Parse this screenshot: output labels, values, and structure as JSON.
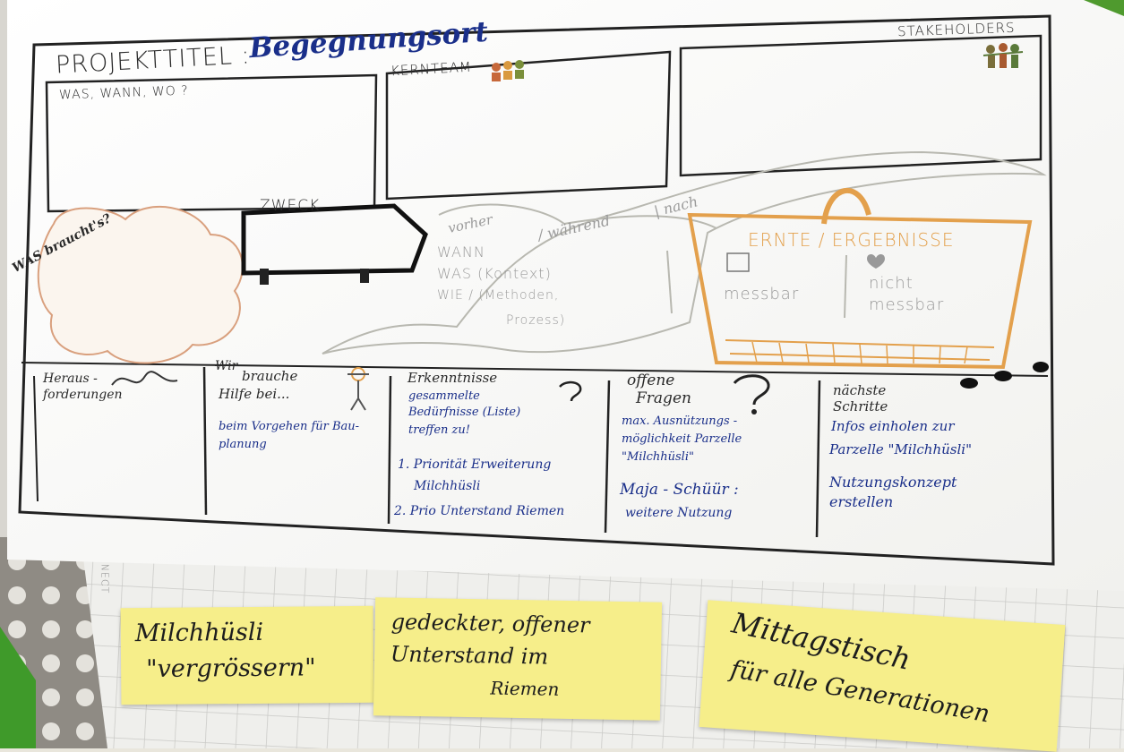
{
  "canvas": {
    "project_title_label": "PROJEKTTITEL :",
    "project_title": "Begegnungsort",
    "was_wann_wo": "WAS, WANN, WO ?",
    "kernteam": "KERNTEAM",
    "stakeholders": "STAKEHOLDERS",
    "was_braucht": "WAS braucht's?",
    "zweck": "ZWECK",
    "process": {
      "vorher": "vorher",
      "waehrend": "/ während",
      "nach": "| nach",
      "wann": "WANN",
      "was_kontext": "WAS (Kontext)",
      "wie_methoden": "WIE / (Methoden,",
      "prozess": "Prozess)"
    },
    "ernte": {
      "title": "ERNTE / ERGEBNISSE",
      "messbar": "messbar",
      "nicht": "nicht",
      "nicht_messbar": "messbar"
    },
    "bottom_sections": {
      "herausforderungen_1": "Heraus -",
      "herausforderungen_2": "forderungen",
      "brauche_1": "brauche",
      "brauche_2": "Hilfe bei...",
      "brauche_struck": "Wir",
      "brauche_note_1": "beim Vorgehen für Bau-",
      "brauche_note_2": "planung",
      "erkenntnisse_title": "Erkenntnisse",
      "erkenntnisse_1": "gesammelte",
      "erkenntnisse_2": "Bedürfnisse (Liste)",
      "erkenntnisse_3": "treffen zu!",
      "erkenntnisse_4": "1. Priorität Erweiterung",
      "erkenntnisse_5": "Milchhüsli",
      "erkenntnisse_6": "2. Prio Unterstand Riemen",
      "offene_1": "offene",
      "offene_2": "Fragen",
      "offene_3": "max. Ausnützungs -",
      "offene_4": "möglichkeit Parzelle",
      "offene_5": "\"Milchhüsli\"",
      "offene_6": "Maja - Schüür :",
      "offene_7": "weitere Nutzung",
      "naechste_1": "nächste",
      "naechste_2": "Schritte",
      "naechste_3": "Infos einholen zur",
      "naechste_4": "Parzelle \"Milchhüsli\"",
      "naechste_5": "Nutzungskonzept",
      "naechste_6": "erstellen"
    }
  },
  "stickies": [
    {
      "line1": "Milchhüsli",
      "line2": "\"vergrössern\""
    },
    {
      "line1": "gedeckter, offener",
      "line2": "Unterstand im",
      "line3": "Riemen"
    },
    {
      "line1": "Mittagstisch",
      "line2": "für alle Generationen"
    }
  ],
  "background_text": "NECT"
}
